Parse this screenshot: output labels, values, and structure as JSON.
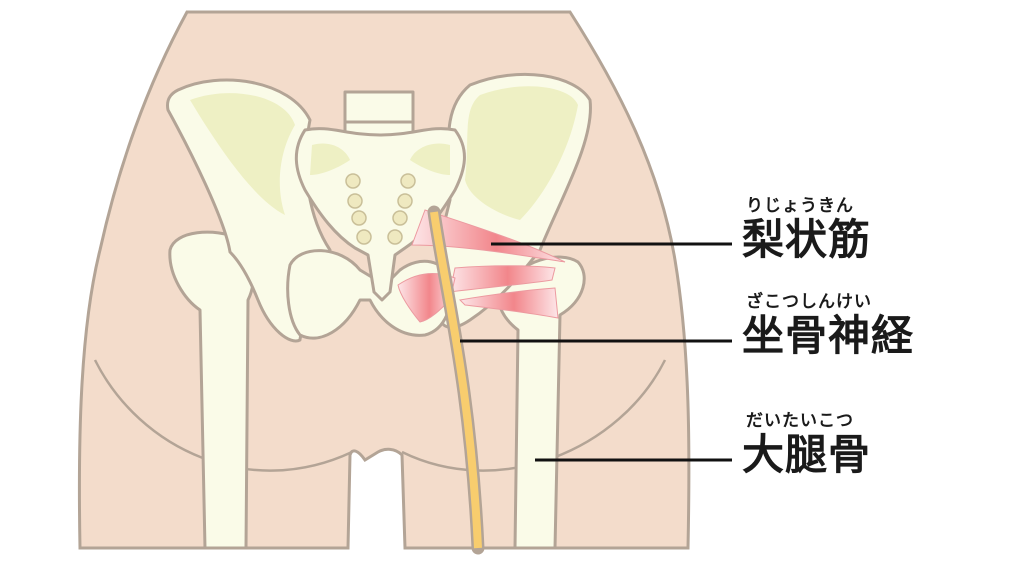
{
  "labels": [
    {
      "furigana": "りじょうきん",
      "term": "梨状筋"
    },
    {
      "furigana": "ざこつしんけい",
      "term": "坐骨神経"
    },
    {
      "furigana": "だいたいこつ",
      "term": "大腿骨"
    }
  ],
  "colors": {
    "skin": "#f3dccb",
    "outline": "#b3a496",
    "bone": "#fafbe8",
    "bone_shade": "#eef0c4",
    "muscle": "#f2868b",
    "nerve": "#f8cd6e",
    "leader": "#111111"
  }
}
